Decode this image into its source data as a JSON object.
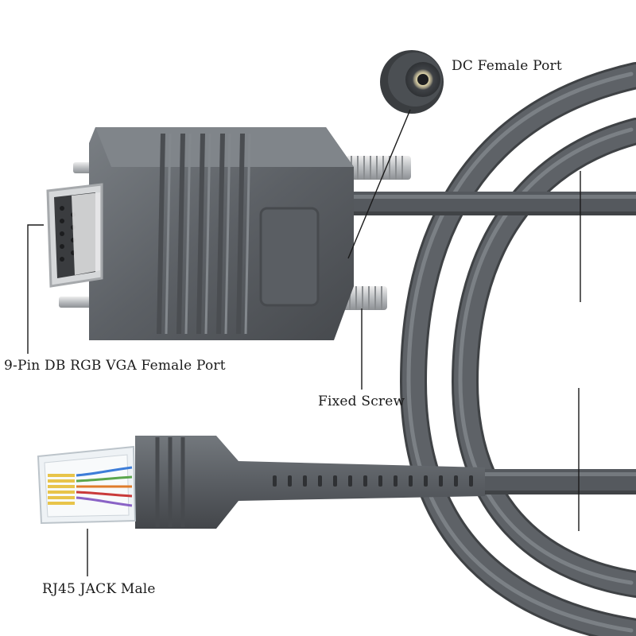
{
  "labels": {
    "dc_port": "DC Female Port",
    "db9_port": "9-Pin DB RGB VGA Female Port",
    "screw": "Fixed Screw",
    "rj45": "RJ45 JACK Male"
  },
  "colors": {
    "cable": "#5a5e63",
    "cable_highlight": "#6f7479",
    "cable_shadow": "#43464a",
    "background": "#ffffff",
    "leader_line": "#1a1a1a",
    "metal": "#c9cbcd"
  },
  "icons": [
    "db9-connector-photo",
    "dc-jack-photo",
    "rj45-plug-photo",
    "cable-coil-photo"
  ]
}
